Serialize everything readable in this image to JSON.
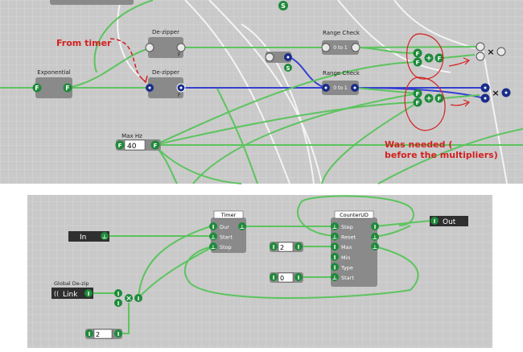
{
  "top_panel": {
    "nodes": {
      "exponential": "Exponential",
      "dezipper_upper": "De-zipper",
      "dezipper_lower": "De-zipper",
      "range_check_upper": "Range Check",
      "range_check_lower": "Range Check",
      "range_upper_value": "0 to 1",
      "range_lower_value": "0 to 1",
      "max_hz": "Max Hz",
      "max_hz_value": "40"
    },
    "port_glyphs": {
      "float": "F",
      "sample": "S",
      "plus": "+",
      "times": "×"
    },
    "annotations": {
      "from_timer": "From timer",
      "was_needed": "Was needed (before the multipliers)"
    }
  },
  "bottom_panel": {
    "nodes": {
      "in": "In",
      "out": "Out",
      "timer": "Timer",
      "counter": "CounterUD",
      "global_dezip": "Global De-zip",
      "link": "Link",
      "int_value_a": "2",
      "int_value_b": "2",
      "int_value_c": "0"
    },
    "timer_ports": [
      "Dur",
      "Start",
      "Stop"
    ],
    "counter_ports": [
      "Step",
      "Reset",
      "Max",
      "Min",
      "Type",
      "Start"
    ],
    "port_glyphs": {
      "int": "I",
      "trigger": "⊥",
      "times": "×"
    }
  },
  "colors": {
    "canvas": "#c9c9c9",
    "node": "#8a8a8a",
    "green_port": "#1f8a3b",
    "blue_port": "#1a2d8a",
    "green_wire": "#5cc45e",
    "blue_wire": "#3340d0",
    "annotation_red": "#d42020"
  }
}
